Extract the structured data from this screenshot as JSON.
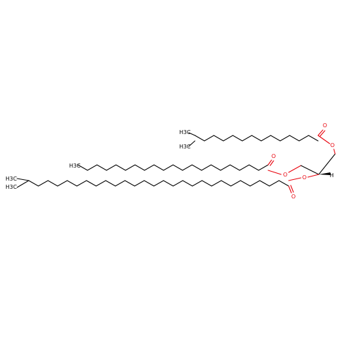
{
  "atoms": {
    "carbonyl_oxygen_top": "O",
    "ester_oxygen_top": "O",
    "carbonyl_oxygen_mid": "O",
    "ester_oxygen_mid": "O",
    "carbonyl_oxygen_bottom": "O",
    "ester_oxygen_bottom": "O",
    "stereo_hydrogen": "H",
    "methyl_top_1": "H3C",
    "methyl_top_2": "H3C",
    "methyl_mid_1": "H3C",
    "methyl_bottom_1": "H3C",
    "methyl_bottom_2": "H3C"
  },
  "colors": {
    "carbon": "#000000",
    "oxygen": "#e8000b"
  }
}
